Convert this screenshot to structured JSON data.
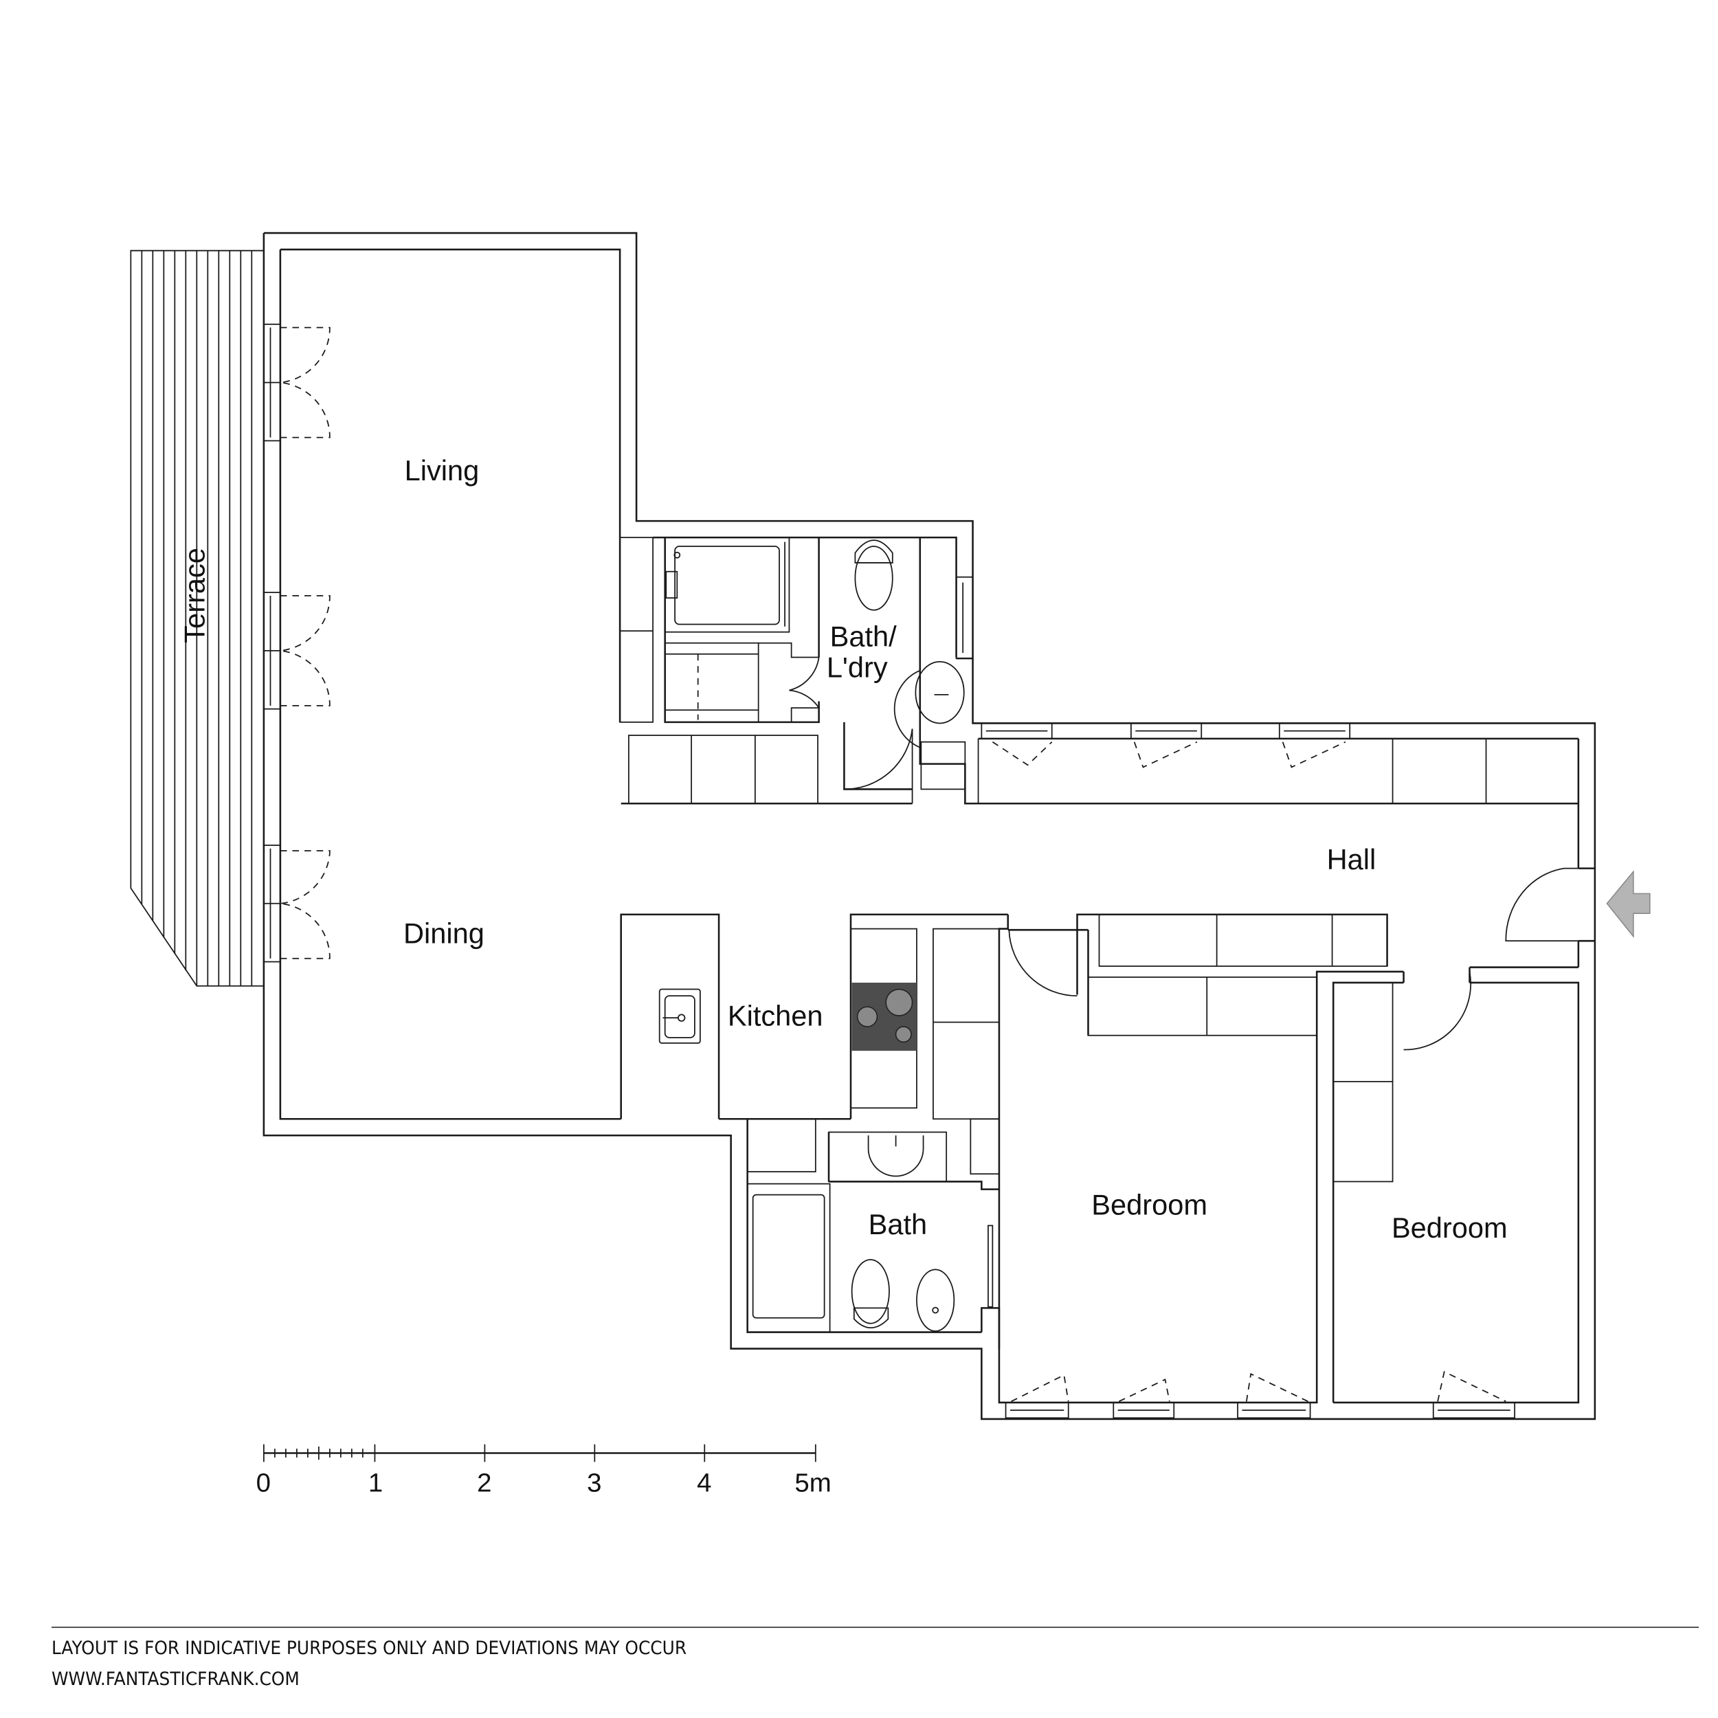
{
  "plan": {
    "rooms": [
      {
        "id": "terrace",
        "label": "Terrace"
      },
      {
        "id": "living",
        "label": "Living"
      },
      {
        "id": "dining",
        "label": "Dining"
      },
      {
        "id": "kitchen",
        "label": "Kitchen"
      },
      {
        "id": "bath_laundry",
        "label": "Bath/",
        "label2": "L'dry"
      },
      {
        "id": "bath",
        "label": "Bath"
      },
      {
        "id": "hall",
        "label": "Hall"
      },
      {
        "id": "bedroom1",
        "label": "Bedroom"
      },
      {
        "id": "bedroom2",
        "label": "Bedroom"
      }
    ],
    "entrance_icon": "entrance-arrow-icon",
    "colors": {
      "wall": "#1a1a1a",
      "hob": "#4d4d4d",
      "burner": "#8a8a8a",
      "arrow": "#b5b5b5"
    }
  },
  "scale_bar": {
    "labels": [
      "0",
      "1",
      "2",
      "3",
      "4",
      "5m"
    ]
  },
  "footer": {
    "disclaimer": "LAYOUT IS FOR INDICATIVE PURPOSES ONLY AND DEVIATIONS MAY OCCUR",
    "website": "WWW.FANTASTICFRANK.COM"
  }
}
